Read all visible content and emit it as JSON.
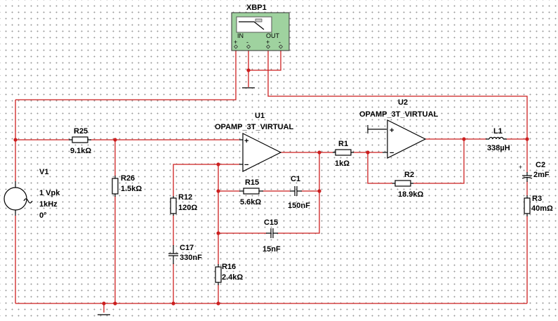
{
  "bode_plotter": {
    "ref": "XBP1",
    "in_label": "IN",
    "out_label": "OUT",
    "pin_plus": "+",
    "pin_minus": "-",
    "face_color": "#9fd29f"
  },
  "source": {
    "ref": "V1",
    "amplitude": "1 Vpk",
    "frequency": "1kHz",
    "phase": "0°"
  },
  "opamps": [
    {
      "ref": "U1",
      "model": "OPAMP_3T_VIRTUAL",
      "plus": "+",
      "minus": "−"
    },
    {
      "ref": "U2",
      "model": "OPAMP_3T_VIRTUAL",
      "plus": "+",
      "minus": "−"
    }
  ],
  "resistors": {
    "R25": {
      "ref": "R25",
      "value": "9.1kΩ"
    },
    "R26": {
      "ref": "R26",
      "value": "1.5kΩ"
    },
    "R12": {
      "ref": "R12",
      "value": "120Ω"
    },
    "R15": {
      "ref": "R15",
      "value": "5.6kΩ"
    },
    "R16": {
      "ref": "R16",
      "value": "2.4kΩ"
    },
    "R1": {
      "ref": "R1",
      "value": "1kΩ"
    },
    "R2": {
      "ref": "R2",
      "value": "18.9kΩ"
    },
    "R3": {
      "ref": "R3",
      "value": "40mΩ"
    }
  },
  "capacitors": {
    "C1": {
      "ref": "C1",
      "value": "150nF"
    },
    "C15": {
      "ref": "C15",
      "value": "15nF"
    },
    "C17": {
      "ref": "C17",
      "value": "330nF"
    },
    "C2": {
      "ref": "C2",
      "value": "2mF",
      "polarity": "+"
    }
  },
  "inductor": {
    "ref": "L1",
    "value": "338µH"
  },
  "colors": {
    "wire": "#cc1f1f",
    "component": "#000000",
    "grid_dot": "#9a9a9a"
  }
}
